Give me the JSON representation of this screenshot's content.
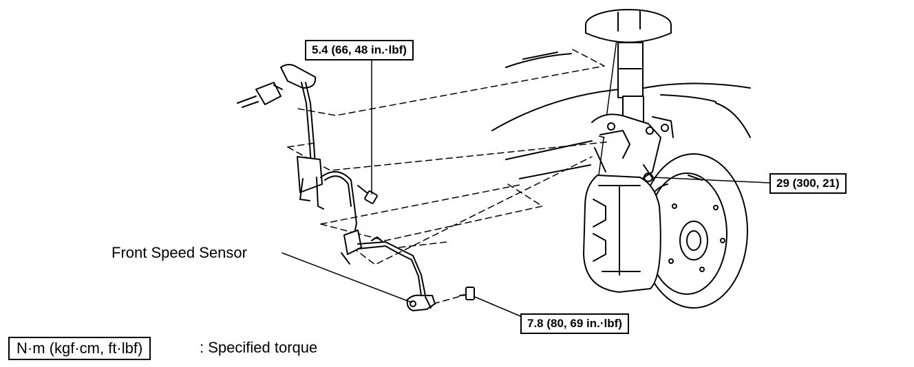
{
  "callouts": {
    "sensor_bolt_upper": "5.4 (66, 48 in.·lbf)",
    "caliper_bolt": "29 (300, 21)",
    "sensor_bolt_lower": "7.8 (80, 69 in.·lbf)"
  },
  "labels": {
    "front_speed_sensor": "Front Speed Sensor"
  },
  "legend": {
    "unit_box": "N·m (kgf·cm, ft·lbf)",
    "description": ": Specified torque"
  },
  "style": {
    "line_color": "#000000",
    "background": "#ffffff"
  }
}
